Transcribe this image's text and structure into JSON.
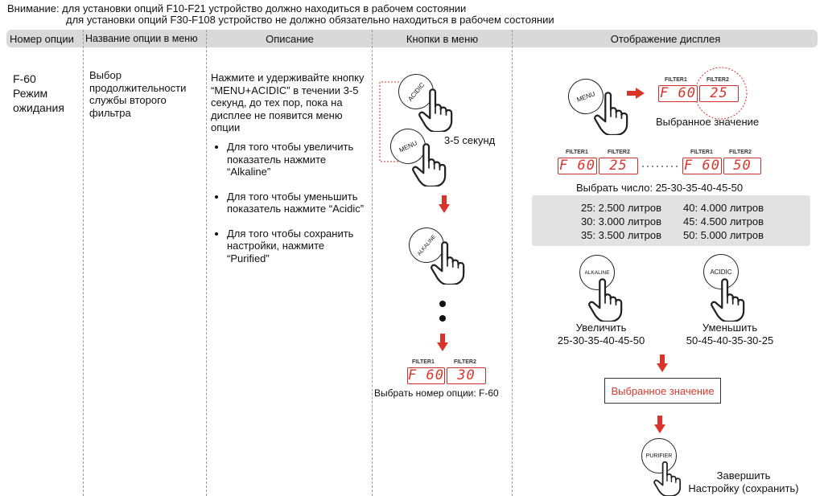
{
  "notice": {
    "line1": "Внимание: для установки опций F10-F21 устройство должно находиться в рабочем состоянии",
    "line2": "для установки опций F30-F108 устройство не должно обязательно находиться в рабочем состоянии"
  },
  "header": {
    "col1": "Номер опции",
    "col2": "Название опции в меню",
    "col3": "Описание",
    "col4": "Кнопки в меню",
    "col5": "Отображение дисплея"
  },
  "row": {
    "number": "F-60",
    "mode_line1": "Режим",
    "mode_line2": "ожидания",
    "name": "Выбор продолжительности службы второго фильтра",
    "description": "Нажмите и удерживайте кнопку “MENU+ACIDIC” в течении 3-5 секунд, до тех пор, пока на дисплее не появится меню опции",
    "bullets": [
      "Для того чтобы увеличить показатель нажмите “Alkaline”",
      "Для того чтобы уменьшить показатель нажмите “Acidic”",
      "Для того чтобы сохранить настройки, нажмите “Purified”"
    ]
  },
  "buttons": {
    "acidic": "ACIDIC",
    "menu": "MENU",
    "alkaline": "ALKALINE",
    "hold_time": "3-5 секунд",
    "select_option": "Выбрать номер опции: F-60",
    "display": {
      "filter1": "FILTER1",
      "filter2": "FILTER2",
      "value1": "F 60",
      "value2": "30"
    }
  },
  "display": {
    "menu_label": "MENU",
    "top_display": {
      "filter1": "FILTER1",
      "filter2": "FILTER2",
      "value1": "F 60",
      "value2": "25"
    },
    "selected_value": "Выбранное значение",
    "seq_left": {
      "filter1": "FILTER1",
      "filter2": "FILTER2",
      "value1": "F 60",
      "value2": "25"
    },
    "seq_right": {
      "filter1": "FILTER1",
      "filter2": "FILTER2",
      "value1": "F 60",
      "value2": "50"
    },
    "choose_number": "Выбрать число: 25-30-35-40-45-50",
    "volumes_left": [
      "25: 2.500 литров",
      "30: 3.000 литров",
      "35: 3.500 литров"
    ],
    "volumes_right": [
      "40: 4.000 литров",
      "45: 4.500 литров",
      "50: 5.000 литров"
    ],
    "alkaline_label": "ALKALINE",
    "acidic_label": "ACIDIC",
    "increase_title": "Увеличить",
    "increase_seq": "25-30-35-40-45-50",
    "decrease_title": "Уменьшить",
    "decrease_seq": "50-45-40-35-30-25",
    "selected_box": "Выбранное значение",
    "purifier_label": "PURIFIER",
    "finish_line1": "Завершить",
    "finish_line2": "Настройку (сохранить)"
  },
  "colors": {
    "accent_red": "#d9342b",
    "header_gray": "#d9d9d9",
    "panel_gray": "#e2e2e2"
  }
}
